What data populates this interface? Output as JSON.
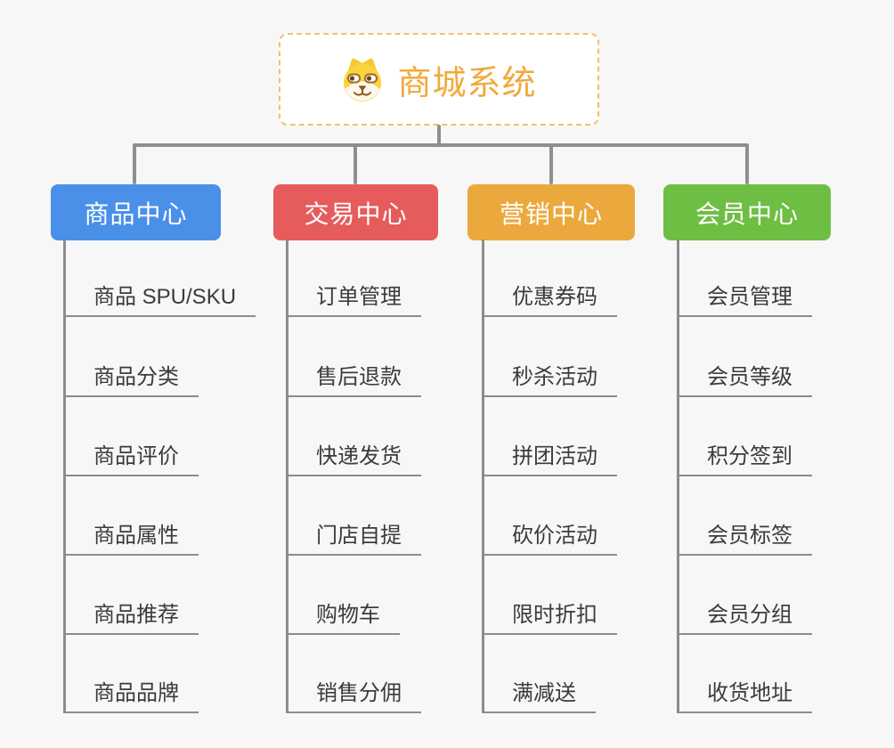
{
  "page": {
    "background": "#f7f7f8"
  },
  "root": {
    "title": "商城系统",
    "icon": "shiba-dog-icon",
    "text_color": "#F2A93C",
    "border_color": "#F4C06A"
  },
  "branches": [
    {
      "id": "product-center",
      "label": "商品中心",
      "color": "#4A90E8",
      "items": [
        "商品 SPU/SKU",
        "商品分类",
        "商品评价",
        "商品属性",
        "商品推荐",
        "商品品牌"
      ]
    },
    {
      "id": "trade-center",
      "label": "交易中心",
      "color": "#E65C5C",
      "items": [
        "订单管理",
        "售后退款",
        "快递发货",
        "门店自提",
        "购物车",
        "销售分佣"
      ]
    },
    {
      "id": "marketing-center",
      "label": "营销中心",
      "color": "#EBA93D",
      "items": [
        "优惠券码",
        "秒杀活动",
        "拼团活动",
        "砍价活动",
        "限时折扣",
        "满减送"
      ]
    },
    {
      "id": "member-center",
      "label": "会员中心",
      "color": "#6FBE44",
      "items": [
        "会员管理",
        "会员等级",
        "积分签到",
        "会员标签",
        "会员分组",
        "收货地址"
      ]
    }
  ],
  "connector_color": "#8f8f8f",
  "leaf_style": {
    "text_color": "#3b3b3d",
    "underline_color": "#8c8c8c"
  }
}
